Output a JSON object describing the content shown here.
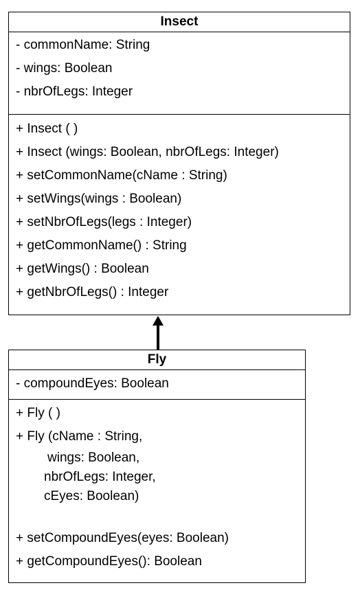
{
  "insect": {
    "name": "Insect",
    "attributes": [
      "- commonName: String",
      "- wings: Boolean",
      "- nbrOfLegs: Integer"
    ],
    "operations": [
      "+ Insect ( )",
      "+ Insect (wings: Boolean, nbrOfLegs: Integer)",
      "+ setCommonName(cName : String)",
      "+ setWings(wings : Boolean)",
      "+ setNbrOfLegs(legs : Integer)",
      "+ getCommonName() : String",
      "+ getWings() : Boolean",
      "+ getNbrOfLegs() : Integer"
    ]
  },
  "fly": {
    "name": "Fly",
    "attributes": [
      "- compoundEyes: Boolean"
    ],
    "operations": {
      "default_constructor": "+ Fly ( )",
      "full_constructor": [
        "+ Fly (cName : String,",
        "wings: Boolean,",
        "nbrOfLegs: Integer,",
        "cEyes: Boolean)"
      ],
      "set_compound_eyes": "+ setCompoundEyes(eyes: Boolean)",
      "get_compound_eyes": "+ getCompoundEyes(): Boolean"
    }
  }
}
